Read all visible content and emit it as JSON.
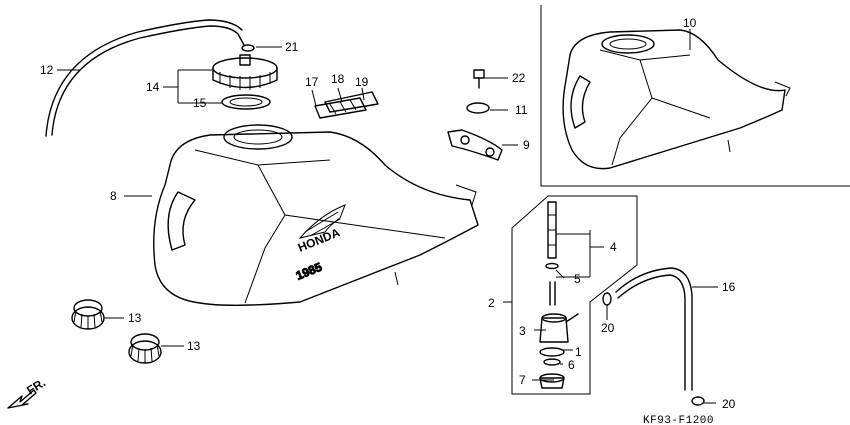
{
  "labels": {
    "l1": "1",
    "l2": "2",
    "l3": "3",
    "l4": "4",
    "l5": "5",
    "l6": "6",
    "l7": "7",
    "l8": "8",
    "l9": "9",
    "l10": "10",
    "l11": "11",
    "l12": "12",
    "l13a": "13",
    "l13b": "13",
    "l14": "14",
    "l15": "15",
    "l16": "16",
    "l17": "17",
    "l18": "18",
    "l19": "19",
    "l20a": "20",
    "l20b": "20",
    "l21": "21",
    "l22": "22"
  },
  "direction_label": "FR.",
  "figure_code": "KF93-F1200",
  "decal": {
    "brand": "HONDA",
    "model": "1985"
  }
}
